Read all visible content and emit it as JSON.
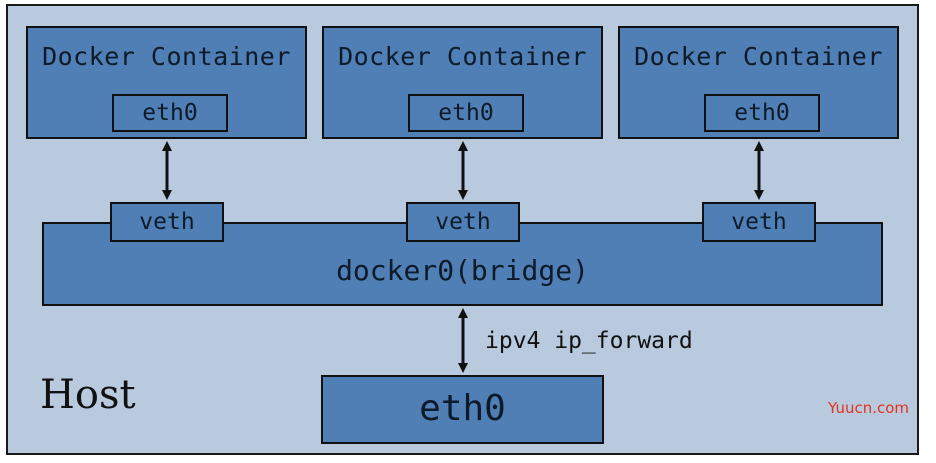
{
  "host": {
    "label": "Host"
  },
  "containers": [
    {
      "title": "Docker Container",
      "interface": "eth0",
      "veth": "veth"
    },
    {
      "title": "Docker Container",
      "interface": "eth0",
      "veth": "veth"
    },
    {
      "title": "Docker Container",
      "interface": "eth0",
      "veth": "veth"
    }
  ],
  "bridge": {
    "label": "docker0(bridge)"
  },
  "forward_label": "ipv4 ip_forward",
  "host_interface": "eth0",
  "watermark": "Yuucn.com",
  "colors": {
    "host_background": "#b9cadf",
    "box_fill": "#4f7fb4",
    "border": "#111111",
    "watermark": "#e0341f"
  }
}
